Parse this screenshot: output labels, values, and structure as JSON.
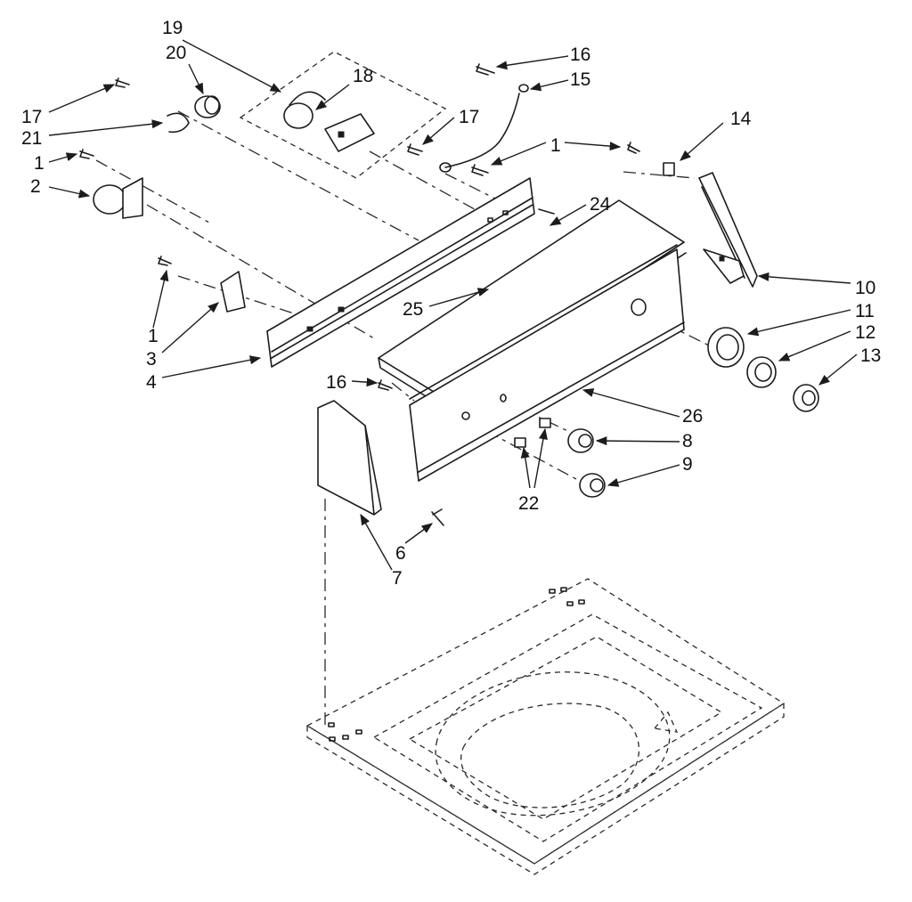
{
  "callouts": {
    "c19": "19",
    "c20": "20",
    "c18": "18",
    "c17a": "17",
    "c21": "21",
    "c1a": "1",
    "c2": "2",
    "c16a": "16",
    "c15": "15",
    "c17b": "17",
    "c1b": "1",
    "c14": "14",
    "c24": "24",
    "c25": "25",
    "c10": "10",
    "c11": "11",
    "c12": "12",
    "c13": "13",
    "c1c": "1",
    "c3": "3",
    "c4": "4",
    "c16b": "16",
    "c26": "26",
    "c8": "8",
    "c9": "9",
    "c22": "22",
    "c6": "6",
    "c7": "7"
  }
}
